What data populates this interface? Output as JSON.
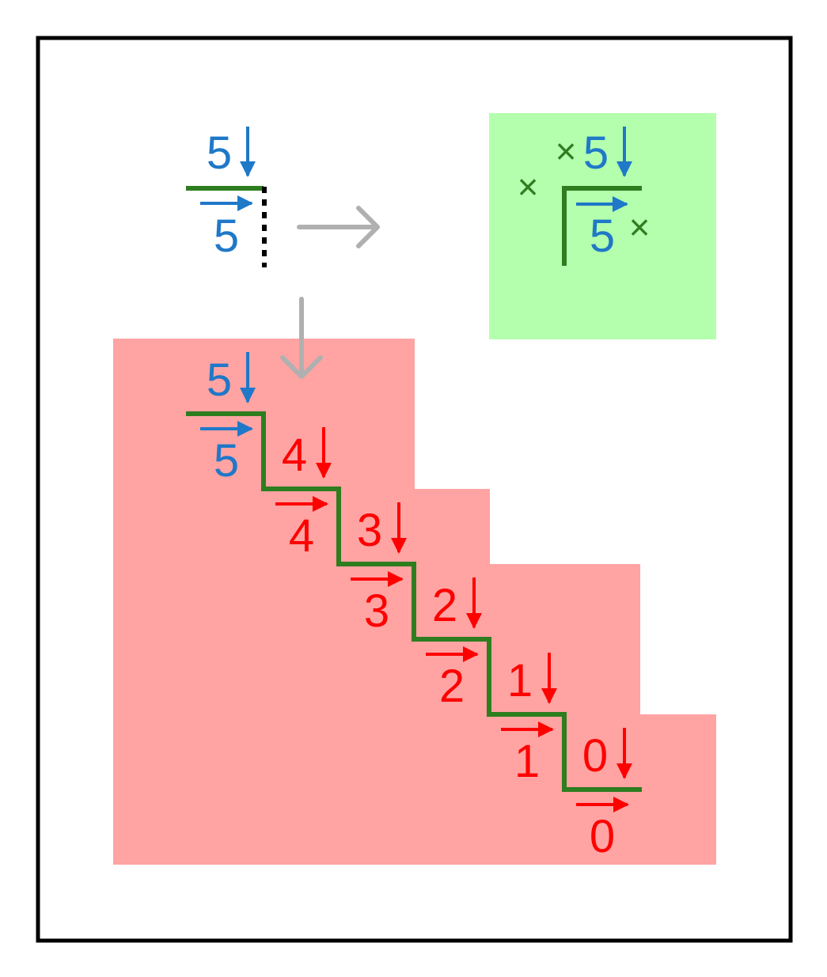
{
  "colors": {
    "blue": "#1f78c8",
    "red": "#ff0000",
    "green_line": "#2e7d1f",
    "cross_green": "#2e7d1f",
    "gray_arrow": "#b0b0b0",
    "green_box": "#b3ffad",
    "red_region": "#ffa3a3",
    "frame": "#000000"
  },
  "top_left": {
    "top_digit": "5",
    "bottom_digit": "5"
  },
  "green_panel": {
    "top_digit": "5",
    "bottom_digit": "5",
    "cross_symbol": "×"
  },
  "staircase": {
    "start": {
      "top_digit": "5",
      "bottom_digit": "5"
    },
    "steps": [
      {
        "top_digit": "4",
        "bottom_digit": "4"
      },
      {
        "top_digit": "3",
        "bottom_digit": "3"
      },
      {
        "top_digit": "2",
        "bottom_digit": "2"
      },
      {
        "top_digit": "1",
        "bottom_digit": "1"
      },
      {
        "top_digit": "0",
        "bottom_digit": "0"
      }
    ]
  },
  "icons": [
    "right-arrow-icon",
    "down-arrow-icon",
    "cross-icon"
  ]
}
